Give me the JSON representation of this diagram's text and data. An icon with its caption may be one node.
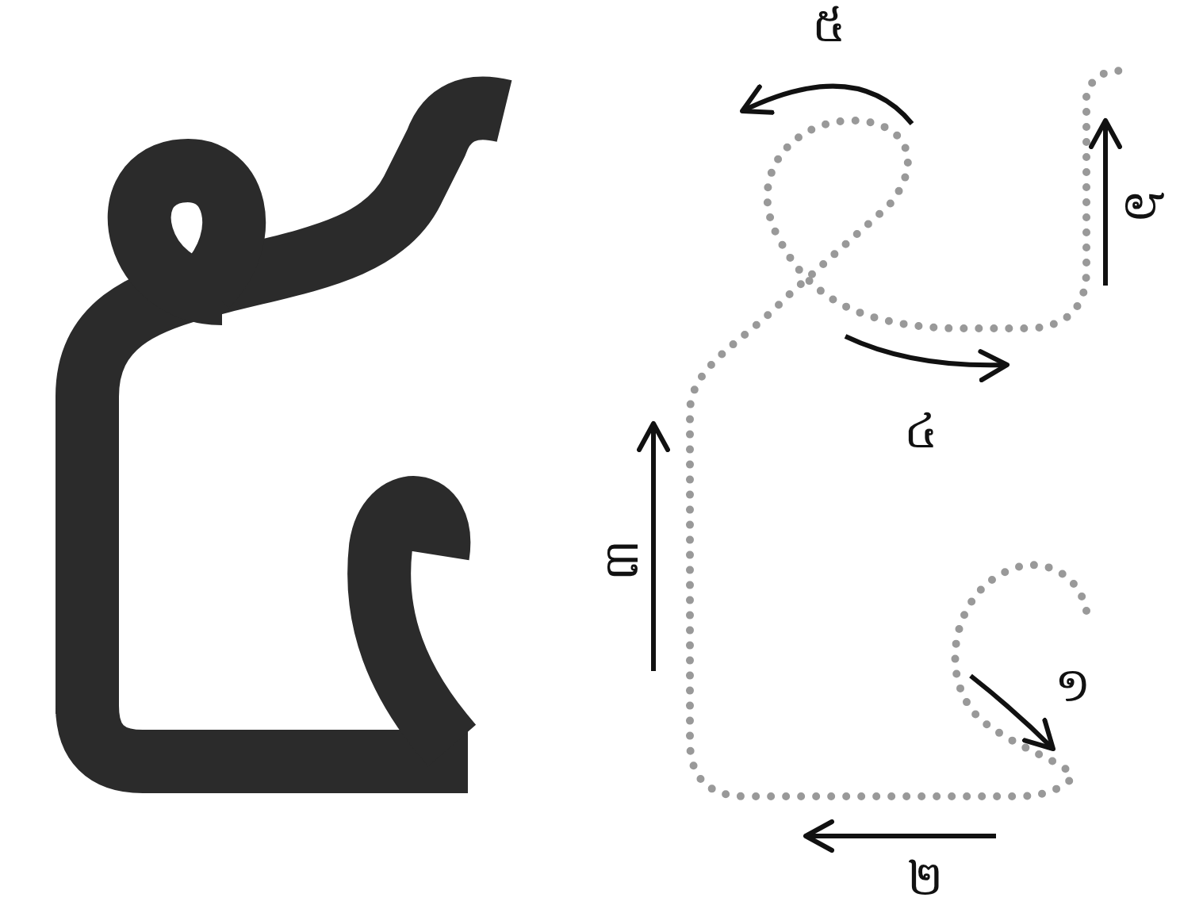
{
  "diagram": {
    "labels": [
      "១",
      "២",
      "៣",
      "៤",
      "៥",
      "៦"
    ]
  }
}
